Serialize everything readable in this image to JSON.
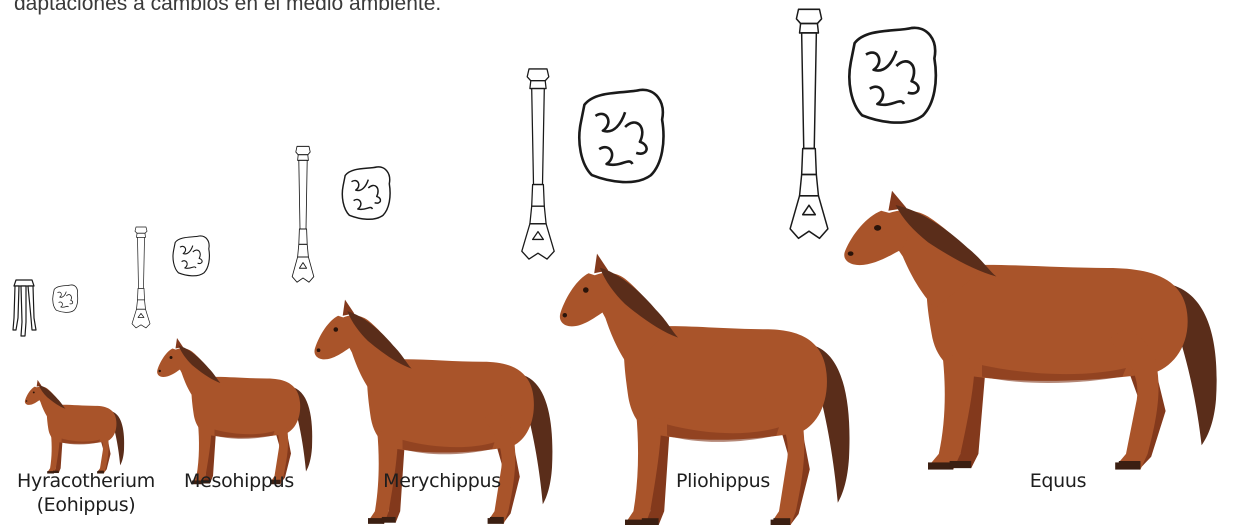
{
  "intro_text": "daptaciones a cambios en el medio ambiente.",
  "species": [
    {
      "name_line1": "Hyracotherium",
      "name_line2": "(Eohippus)"
    },
    {
      "name_line1": "Mesohippus",
      "name_line2": ""
    },
    {
      "name_line1": "Merychippus",
      "name_line2": ""
    },
    {
      "name_line1": "Pliohippus",
      "name_line2": ""
    },
    {
      "name_line1": "Equus",
      "name_line2": ""
    }
  ],
  "colors": {
    "coat": "#a9542a",
    "coat_shadow": "#83391c",
    "mane": "#5a2d1a",
    "hoof": "#3b1f12",
    "bone_outline": "#1a1a1a"
  }
}
